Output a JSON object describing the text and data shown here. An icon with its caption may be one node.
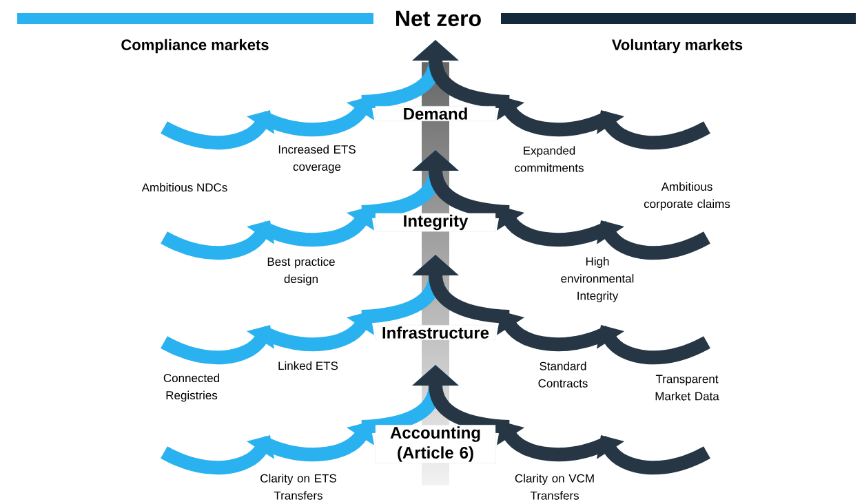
{
  "diagram": {
    "title": "Net zero",
    "nodes": [
      {
        "text": [
          "Demand"
        ]
      },
      {
        "text": [
          "Integrity"
        ]
      },
      {
        "text": [
          "Infrastructure"
        ]
      },
      {
        "text": [
          "Accounting (Article 6)"
        ]
      }
    ],
    "labels": [
      "Compliance markets",
      "Voluntary markets",
      "Increased ETS coverage",
      "Expanded commitments",
      "Ambitious NDCs",
      "Ambitious corporate claims",
      "Best practice design",
      "High environmental Integrity",
      "Linked ETS",
      "Standard Contracts",
      "Connected Registries",
      "Transparent Market Data",
      "Clarity on ETS Transfers",
      "Clarity on VCM Transfers"
    ]
  }
}
